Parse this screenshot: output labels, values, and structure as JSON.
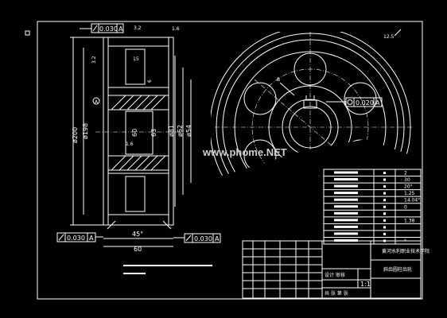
{
  "drawing": {
    "gdt_top": {
      "tolerance": "0.030",
      "datum": "A"
    },
    "gdt_bottom_left": {
      "tolerance": "0.030",
      "datum": "A"
    },
    "gdt_bottom_right": {
      "tolerance": "0.030",
      "datum": "A"
    },
    "gdt_right": {
      "tolerance": "0.020",
      "datum": "A"
    },
    "roughness_top_left": "3.2",
    "roughness_top_right": "1.6",
    "roughness_side": "3.2",
    "roughness_mid": "1.6",
    "roughness_corner": "12.5",
    "dims": {
      "web_width": "15",
      "bore_offset": "6",
      "tip_dia": "ø200",
      "root_dia": "ø198",
      "hub_dia": "60",
      "key_dim": "63",
      "d1": "ø81",
      "d2": "ø62",
      "d3": "ø54",
      "chamfer": "45°",
      "face_width": "60",
      "circle_b": "B"
    },
    "watermark": "www.phome.NET",
    "datum_label": "A"
  },
  "param_table": {
    "rows": [
      {
        "value": "2"
      },
      {
        "value": "30"
      },
      {
        "value": "20°"
      },
      {
        "value": "1.25"
      },
      {
        "value": "14.04°"
      },
      {
        "value": "0"
      },
      {
        "value": ""
      },
      {
        "value": "1.38"
      },
      {
        "value": ""
      },
      {
        "value": ""
      },
      {
        "value": "°"
      }
    ]
  },
  "title_block": {
    "school": "黄河水利职业技术学院",
    "part_name": "斜齿圆柱齿轮",
    "scale": "1:1",
    "designer_row": "设计 审核",
    "bottom_row": "共 张 第 张"
  }
}
